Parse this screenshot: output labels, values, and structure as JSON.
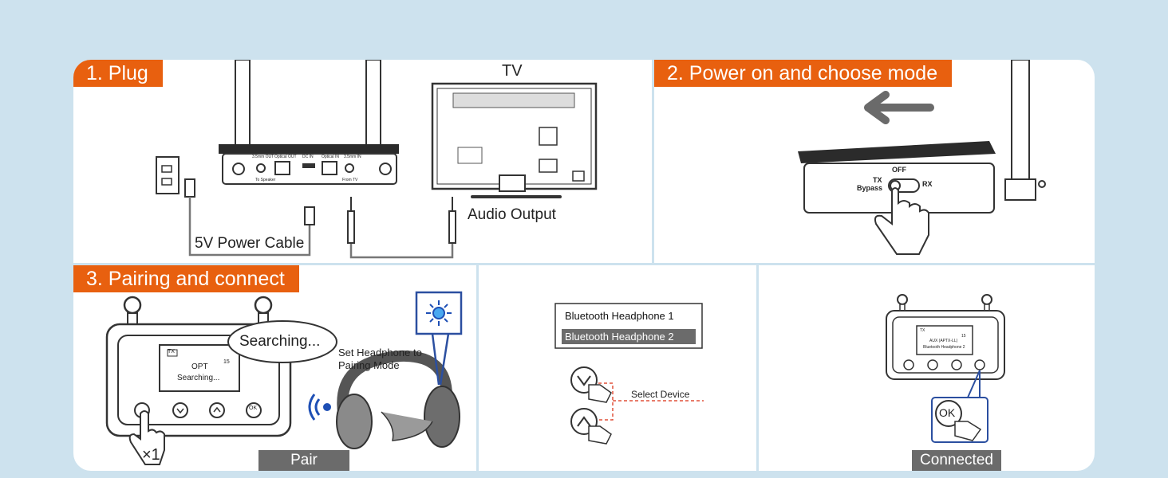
{
  "step1": {
    "title": "1. Plug",
    "tv_label": "TV",
    "power_cable_label": "5V Power Cable",
    "audio_output_label": "Audio Output",
    "port_labels": [
      "3.5mm OUT",
      "Optical OUT",
      "DC IN",
      "Optical IN",
      "3.5mm IN"
    ],
    "to_speaker_label": "To Speaker",
    "from_tv_label": "From TV"
  },
  "step2": {
    "title": "2. Power on and choose mode",
    "switch_off": "OFF",
    "switch_tx": "TX",
    "switch_bypass": "Bypass",
    "switch_rx": "RX"
  },
  "step3": {
    "title": "3. Pairing and connect",
    "bubble_text": "Searching...",
    "screen_mode": "TX",
    "screen_volume": "15",
    "screen_line1": "OPT",
    "screen_line2": "Searching...",
    "press_count": "×1",
    "headphone_instruction_line1": "Set Headphone to",
    "headphone_instruction_line2": "Pairing Mode",
    "pair_label": "Pair",
    "ok_label": "OK"
  },
  "step4": {
    "device_list": [
      "Bluetooth Headphone 1",
      "Bluetooth Headphone 2"
    ],
    "select_label": "Select Device"
  },
  "step5": {
    "screen_mode": "TX",
    "screen_volume": "15",
    "screen_line1": "AUX  (APTX-LL)",
    "screen_line2": "Bluetooth Headphone 2",
    "ok_label": "OK",
    "connected_label": "Connected"
  },
  "colors": {
    "accent_orange": "#e8600f",
    "background_blue": "#cde2ee",
    "callout_blue": "#2b4fa0",
    "label_gray": "#6b6b6b",
    "dashed_red": "#e0503a"
  }
}
